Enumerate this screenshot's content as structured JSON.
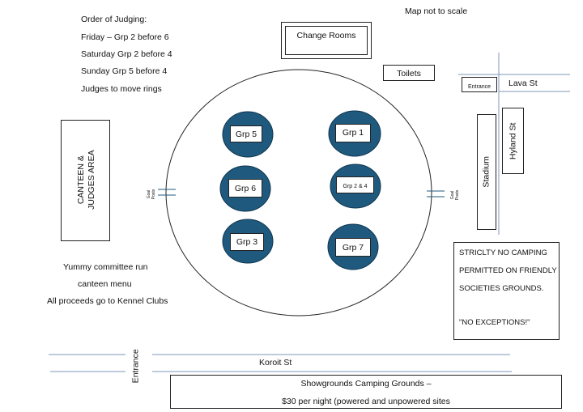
{
  "judging": {
    "heading": "Order of Judging:",
    "lines": [
      "Friday – Grp 2 before 6",
      "Saturday Grp 2 before 4",
      "Sunday Grp 5 before 4",
      "Judges to move rings"
    ]
  },
  "map_note": "Map not to scale",
  "change_rooms": "Change Rooms",
  "toilets": "Toilets",
  "entrance_top": "Entrance",
  "lava_st": "Lava St",
  "hyland_st": "Hyland St",
  "stadium": "Stadium",
  "canteen": {
    "line1": "CANTEEN &",
    "line2": "JUDGES AREA"
  },
  "goal_posts": {
    "line1": "Goal",
    "line2": "Posts"
  },
  "rings": {
    "grp5": "Grp 5",
    "grp1": "Grp 1",
    "grp6": "Grp 6",
    "grp24": "Grp 2 & 4",
    "grp3": "Grp 3",
    "grp7": "Grp 7"
  },
  "canteen_note": [
    "Yummy committee run",
    "canteen menu",
    "All proceeds go to Kennel Clubs"
  ],
  "camping_notice": {
    "line1": "STRICLTY NO CAMPING",
    "line2": "PERMITTED ON FRIENDLY",
    "line3": "SOCIETIES GROUNDS.",
    "line4": "\"NO EXCEPTIONS!\""
  },
  "entrance_bottom": "Entrance",
  "koroit_st": "Koroit St",
  "camping_grounds": {
    "line1": "Showgrounds Camping Grounds –",
    "line2": "$30 per night (powered and unpowered sites"
  },
  "colors": {
    "ring_fill": "#1f5a7e",
    "ring_stroke": "#0e3550",
    "street_line": "#7e97b8"
  }
}
